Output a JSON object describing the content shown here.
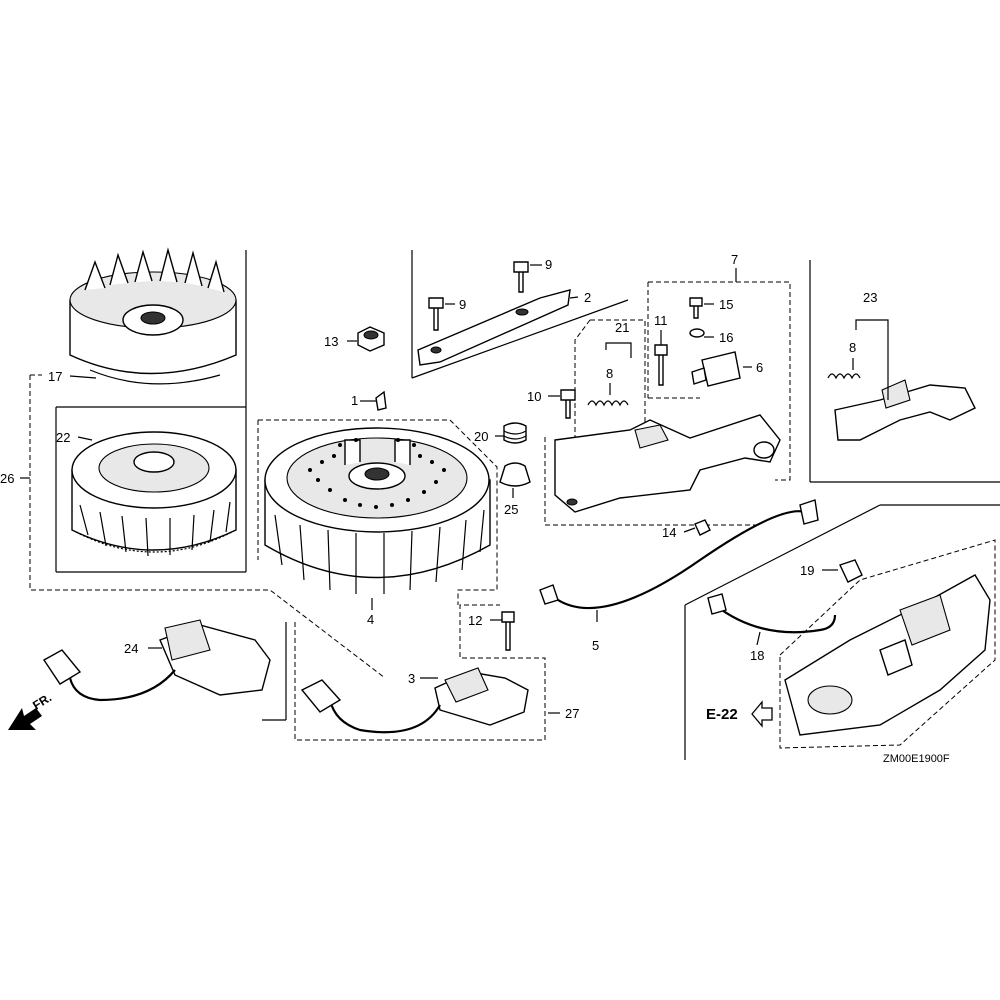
{
  "callouts": {
    "c1": "1",
    "c2": "2",
    "c3": "3",
    "c4": "4",
    "c5": "5",
    "c6": "6",
    "c7": "7",
    "c8a": "8",
    "c8b": "8",
    "c9a": "9",
    "c9b": "9",
    "c10": "10",
    "c11": "11",
    "c12": "12",
    "c13": "13",
    "c14": "14",
    "c15": "15",
    "c16": "16",
    "c17": "17",
    "c18": "18",
    "c19": "19",
    "c20": "20",
    "c21": "21",
    "c22": "22",
    "c23": "23",
    "c24": "24",
    "c25": "25",
    "c26": "26",
    "c27": "27"
  },
  "reference": {
    "label": "E-22"
  },
  "direction": {
    "label": "FR."
  },
  "diagram_code": "ZM00E1900F",
  "colors": {
    "line": "#000000",
    "background": "#ffffff",
    "shade": "#e8e8e8"
  },
  "icons": {
    "front_arrow": "arrow-left-down-icon",
    "ref_arrow": "hollow-arrow-left-icon"
  }
}
